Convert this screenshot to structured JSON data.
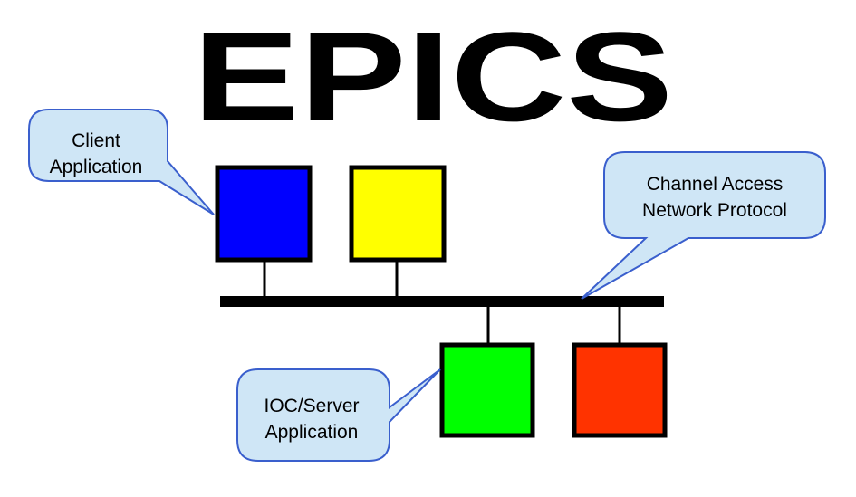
{
  "title": "EPICS",
  "nodes": {
    "client_a_color": "#0000ff",
    "client_b_color": "#ffff00",
    "server_a_color": "#00ff00",
    "server_b_color": "#ff3300",
    "border_color": "#000000"
  },
  "callouts": {
    "client": {
      "line1": "Client",
      "line2": "Application"
    },
    "protocol": {
      "line1": "Channel Access",
      "line2": "Network Protocol"
    },
    "server": {
      "line1": "IOC/Server",
      "line2": "Application"
    },
    "fill_color": "#cfe6f6",
    "stroke_color": "#3a5fcd"
  }
}
